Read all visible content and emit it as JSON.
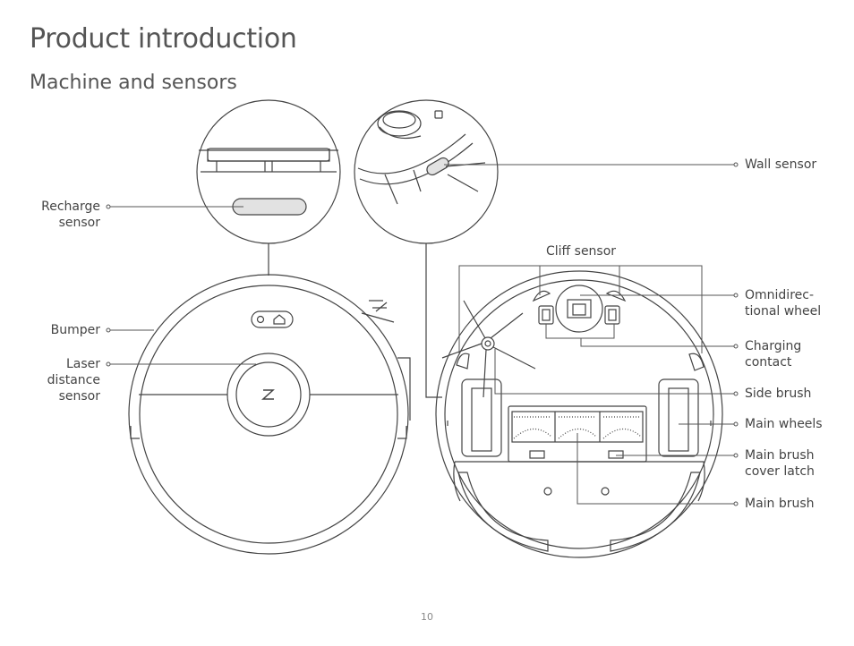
{
  "page": {
    "title": "Product introduction",
    "subtitle": "Machine and sensors",
    "page_number": "10"
  },
  "labels": {
    "recharge_sensor": [
      "Recharge",
      "sensor"
    ],
    "bumper": "Bumper",
    "laser_distance_sensor": [
      "Laser",
      "distance",
      "sensor"
    ],
    "wall_sensor": "Wall sensor",
    "cliff_sensor": "Cliff sensor",
    "omnidirectional_wheel": [
      "Omnidirec-",
      "tional wheel"
    ],
    "charging_contact": [
      "Charging",
      "contact"
    ],
    "side_brush": "Side brush",
    "main_wheels": "Main wheels",
    "main_brush_cover_latch": [
      "Main brush",
      "cover latch"
    ],
    "main_brush": "Main brush"
  }
}
